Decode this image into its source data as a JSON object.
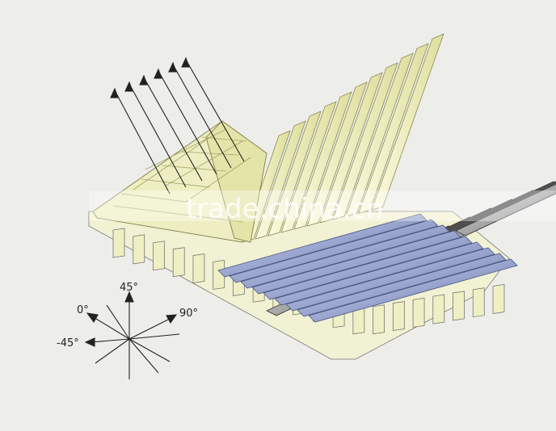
{
  "watermark": "trade.china.cn",
  "direction_labels": {
    "deg_0": "0°",
    "deg_45": "45°",
    "deg_90": "90°",
    "deg_minus45": "-45°"
  },
  "colors": {
    "background": "#ededea",
    "ply_yellow": "#efefbf",
    "ply_yellow_edge": "#c9c98a",
    "ply_blue": "#a9b4d6",
    "ply_blue_dark": "#5b6a96",
    "ply_grey": "#c8c8c8",
    "ply_grey_dark": "#3a3a3a",
    "outline": "#555555"
  }
}
